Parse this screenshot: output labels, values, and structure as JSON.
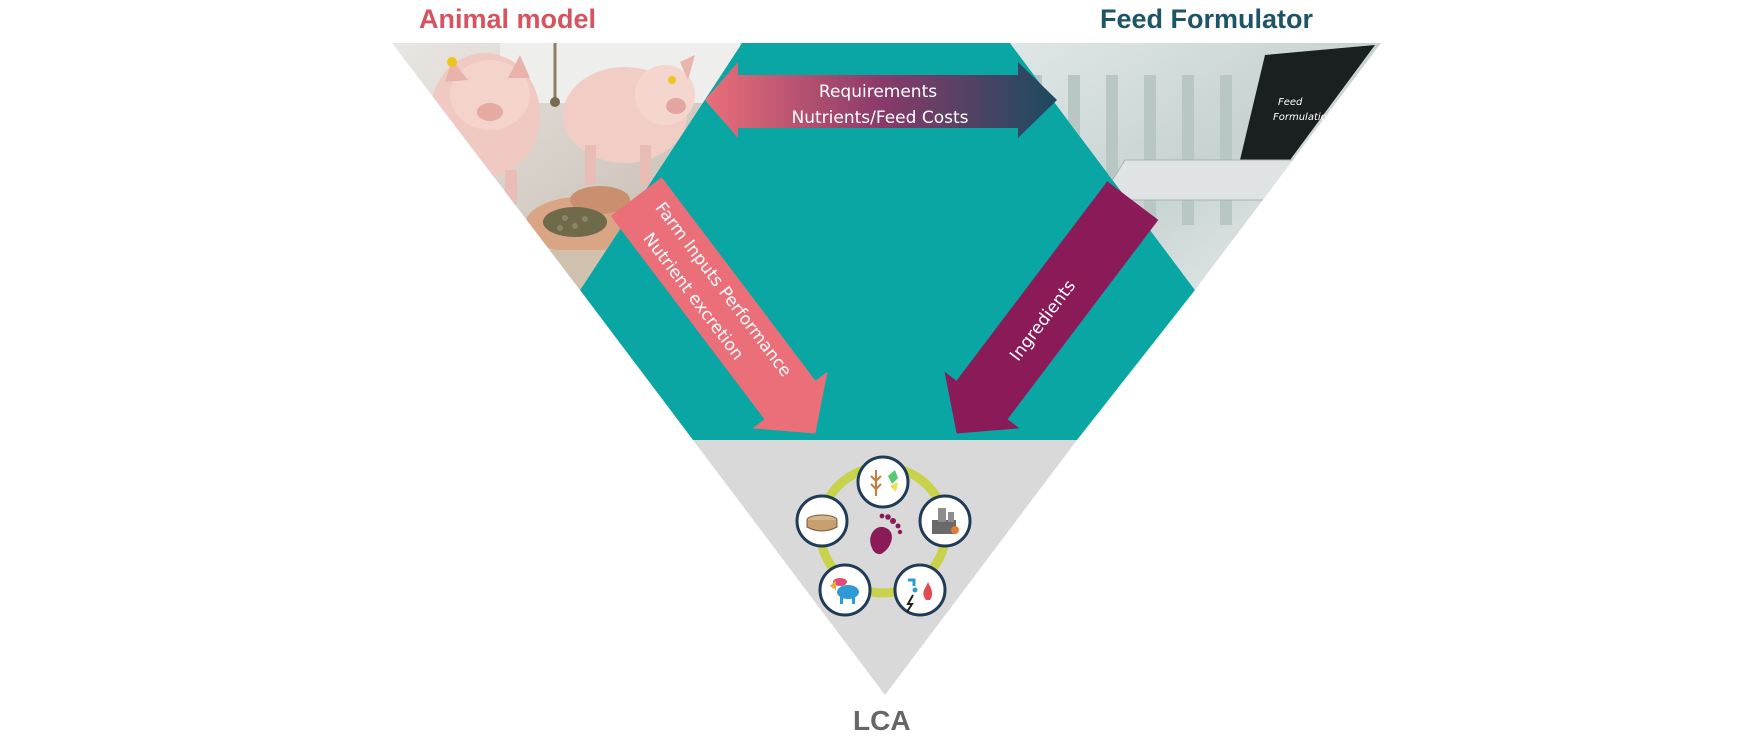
{
  "labels": {
    "animal_model": "Animal  model",
    "feed_formulator": "Feed Formulator",
    "lca": "LCA"
  },
  "arrows": {
    "top_line1": "Requirements",
    "top_line2": "Nutrients/Feed Costs",
    "left_line1": "Farm Inputs   Performance",
    "left_line2": "Nutrient excretion",
    "right_line1": "Ingredients"
  },
  "laptop_screen": {
    "line1": "Feed",
    "line2": "Formulation"
  },
  "lca_icons": [
    "crops-icon",
    "feed-mill-icon",
    "energy-water-icon",
    "livestock-icon",
    "manure-storage-icon",
    "co2-footprint-icon"
  ],
  "colors": {
    "animal_title": "#d7535f",
    "feed_title": "#1e5566",
    "teal": "#0aa6a4",
    "lca_gray": "#d9d9d9",
    "arrow_pink": "#e8737f",
    "arrow_plum": "#8b1a59",
    "arrow_navy": "#1e4a5e"
  }
}
